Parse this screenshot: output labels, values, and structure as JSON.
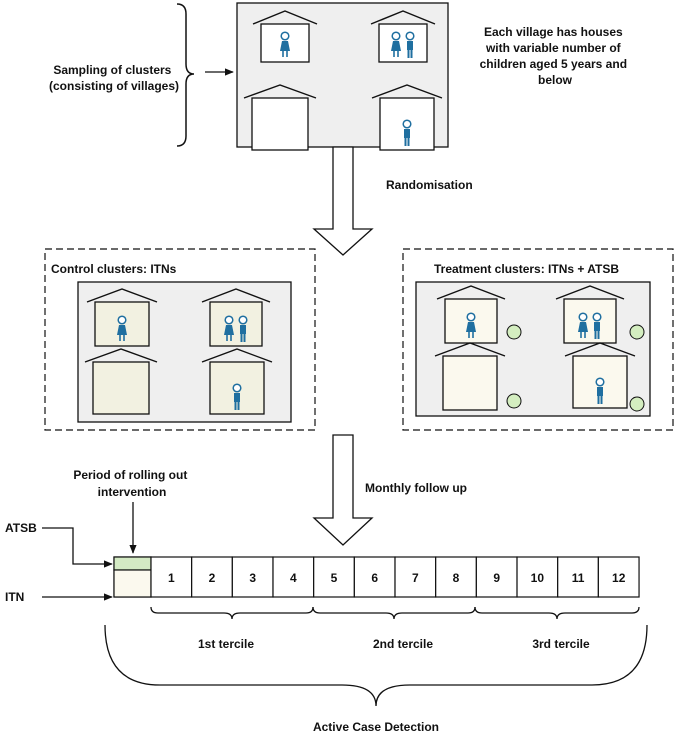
{
  "sampling_label": [
    "Sampling of clusters",
    "(consisting of villages)"
  ],
  "village_note": [
    "Each village has houses",
    "with variable number of",
    "children  aged 5 years and",
    "below"
  ],
  "randomisation_label": "Randomisation",
  "control_label": "Control clusters: ITNs",
  "treatment_label": "Treatment clusters: ITNs + ATSB",
  "rollout_label": [
    "Period of rolling out",
    "intervention"
  ],
  "followup_label": "Monthly follow up",
  "atsb_label": "ATSB",
  "itn_label": "ITN",
  "months": [
    "1",
    "2",
    "3",
    "4",
    "5",
    "6",
    "7",
    "8",
    "9",
    "10",
    "11",
    "12"
  ],
  "terciles": [
    "1st tercile",
    "2nd  tercile",
    "3rd  tercile"
  ],
  "acd_label": "Active Case Detection",
  "colors": {
    "child": "#1f6fa0",
    "atsb_circle": "#d4eec0",
    "atsb_band": "#d4eac4",
    "house_fill_control": "#f2f1e1",
    "panel_bg": "#efefef"
  }
}
